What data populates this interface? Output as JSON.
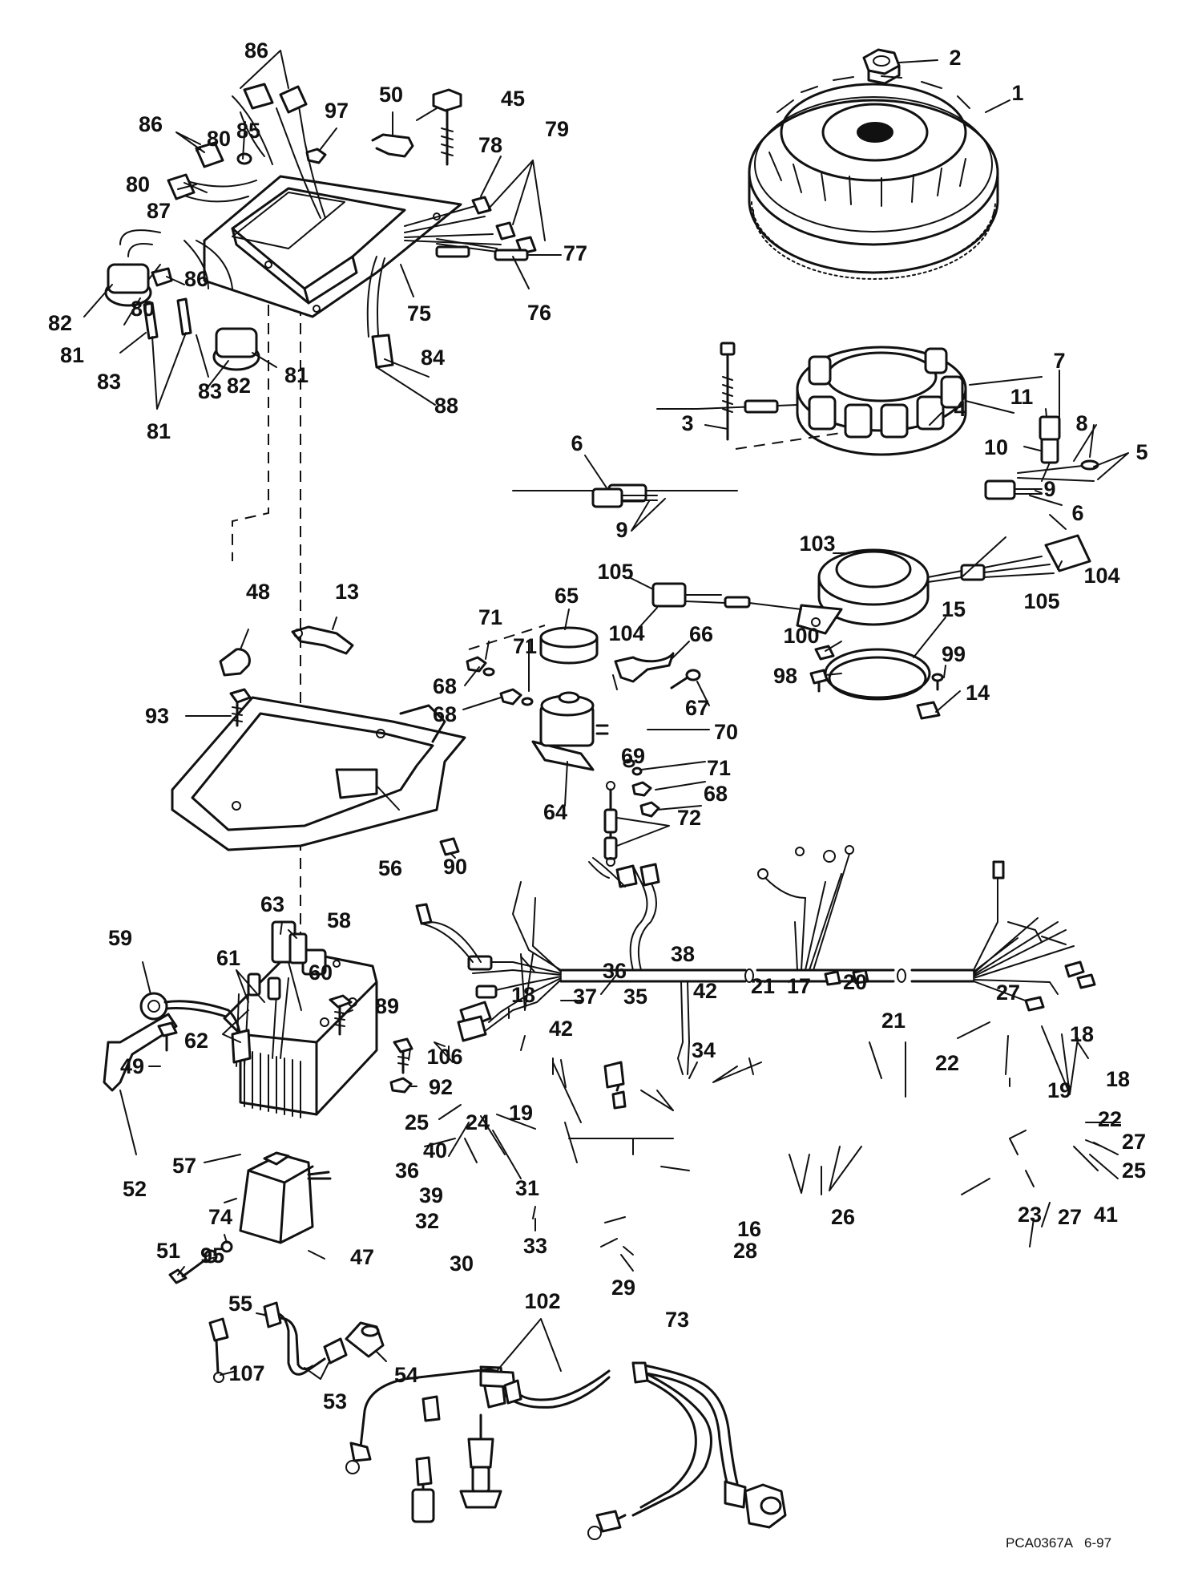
{
  "callouts": [
    "1",
    "2",
    "3",
    "4",
    "5",
    "6",
    "7",
    "8",
    "9",
    "10",
    "11",
    "13",
    "14",
    "15",
    "16",
    "17",
    "18",
    "19",
    "20",
    "21",
    "22",
    "23",
    "24",
    "25",
    "26",
    "27",
    "28",
    "29",
    "30",
    "31",
    "32",
    "33",
    "34",
    "35",
    "36",
    "37",
    "38",
    "39",
    "40",
    "41",
    "42",
    "45",
    "47",
    "48",
    "49",
    "50",
    "51",
    "52",
    "53",
    "54",
    "55",
    "56",
    "57",
    "58",
    "59",
    "60",
    "61",
    "62",
    "63",
    "64",
    "65",
    "66",
    "67",
    "68",
    "69",
    "70",
    "71",
    "72",
    "73",
    "74",
    "75",
    "76",
    "77",
    "78",
    "79",
    "80",
    "81",
    "82",
    "83",
    "84",
    "85",
    "86",
    "87",
    "88",
    "89",
    "90",
    "92",
    "93",
    "95",
    "97",
    "98",
    "99",
    "100",
    "102",
    "103",
    "104",
    "105",
    "106",
    "107"
  ],
  "drawing_code": "PCA0367A",
  "drawing_date": "6-97"
}
